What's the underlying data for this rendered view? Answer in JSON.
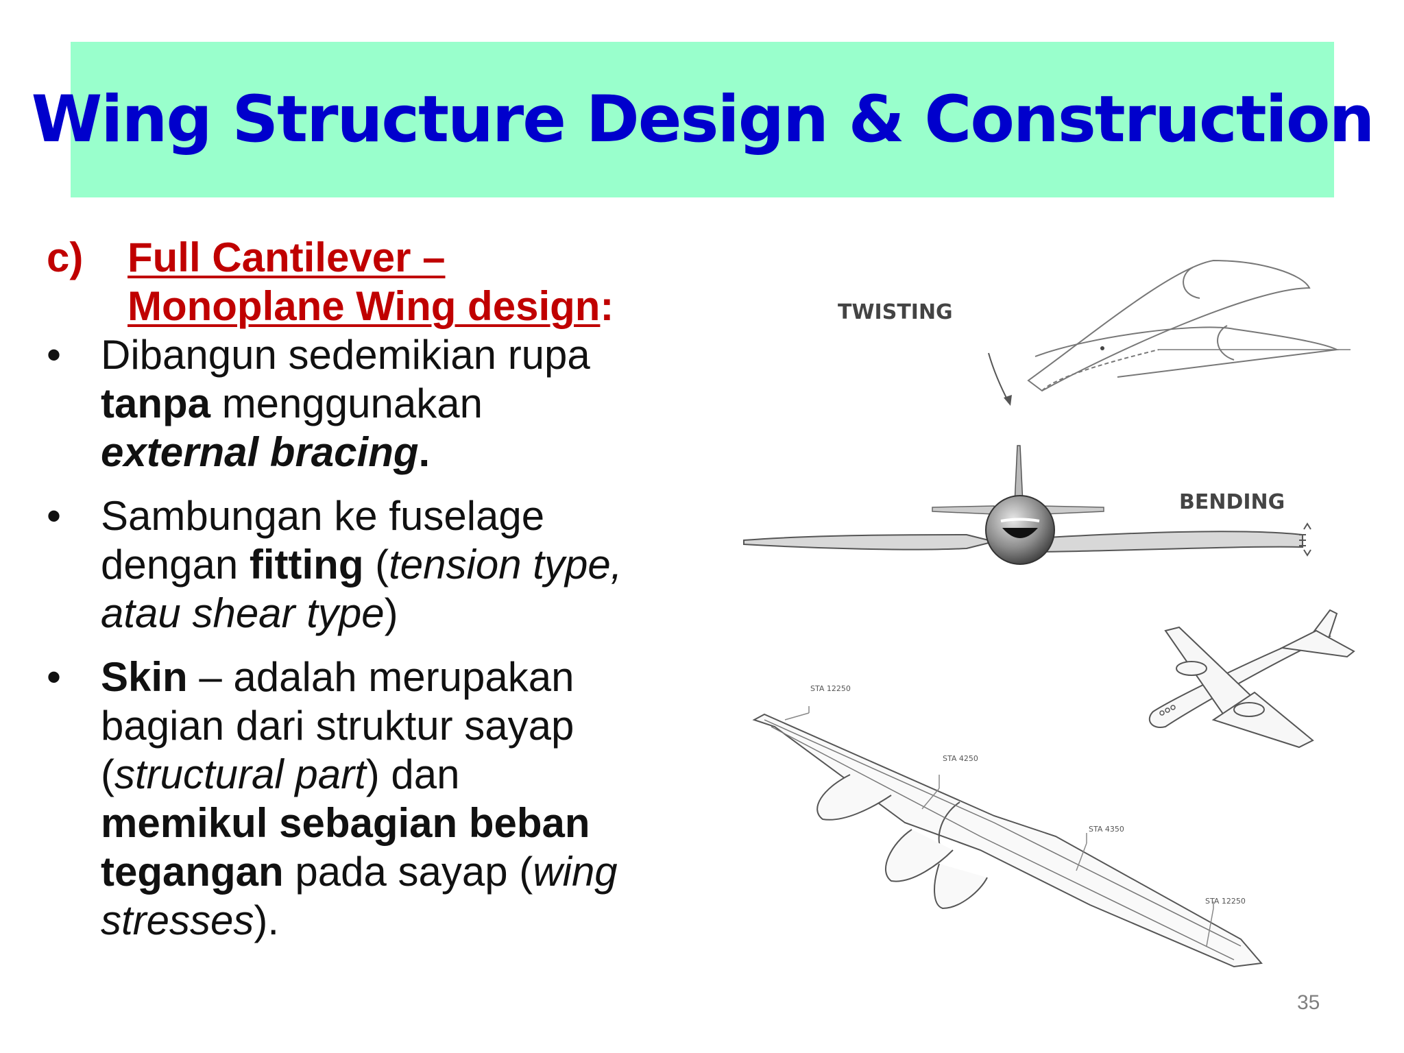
{
  "title": "Wing Structure Design & Construction",
  "heading": {
    "marker": "c)",
    "line1": "Full Cantilever –",
    "line2": "Monoplane Wing design",
    "colon": ":"
  },
  "bullets": [
    {
      "lines": [
        [
          {
            "t": "Dibangun sedemikian rupa"
          }
        ],
        [
          {
            "t": "tanpa",
            "b": true
          },
          {
            "t": " menggunakan"
          }
        ],
        [
          {
            "t": "external bracing",
            "b": true,
            "i": true
          },
          {
            "t": ".",
            "b": true
          }
        ]
      ]
    },
    {
      "lines": [
        [
          {
            "t": "Sambungan ke fuselage"
          }
        ],
        [
          {
            "t": "dengan "
          },
          {
            "t": "fitting",
            "b": true
          },
          {
            "t": " ("
          },
          {
            "t": "tension type,",
            "i": true
          }
        ],
        [
          {
            "t": "atau shear type",
            "i": true
          },
          {
            "t": ")"
          }
        ]
      ]
    },
    {
      "lines": [
        [
          {
            "t": "Skin",
            "b": true
          },
          {
            "t": " – adalah merupakan"
          }
        ],
        [
          {
            "t": "bagian dari struktur sayap"
          }
        ],
        [
          {
            "t": "("
          },
          {
            "t": "structural part",
            "i": true
          },
          {
            "t": ") dan"
          }
        ],
        [
          {
            "t": "memikul sebagian beban",
            "b": true
          }
        ],
        [
          {
            "t": "tegangan",
            "b": true
          },
          {
            "t": " pada sayap ("
          },
          {
            "t": "wing",
            "i": true
          }
        ],
        [
          {
            "t": "stresses",
            "i": true
          },
          {
            "t": ")."
          }
        ]
      ]
    }
  ],
  "figure": {
    "label_twisting": "TWISTING",
    "label_bending": "BENDING",
    "sta_labels": [
      "STA 12250",
      "STA 4250",
      "STA 4350",
      "STA 12250"
    ]
  },
  "page_number": "35",
  "colors": {
    "title_bg": "#99ffcc",
    "title_text": "#0000cc",
    "heading": "#c00000"
  }
}
